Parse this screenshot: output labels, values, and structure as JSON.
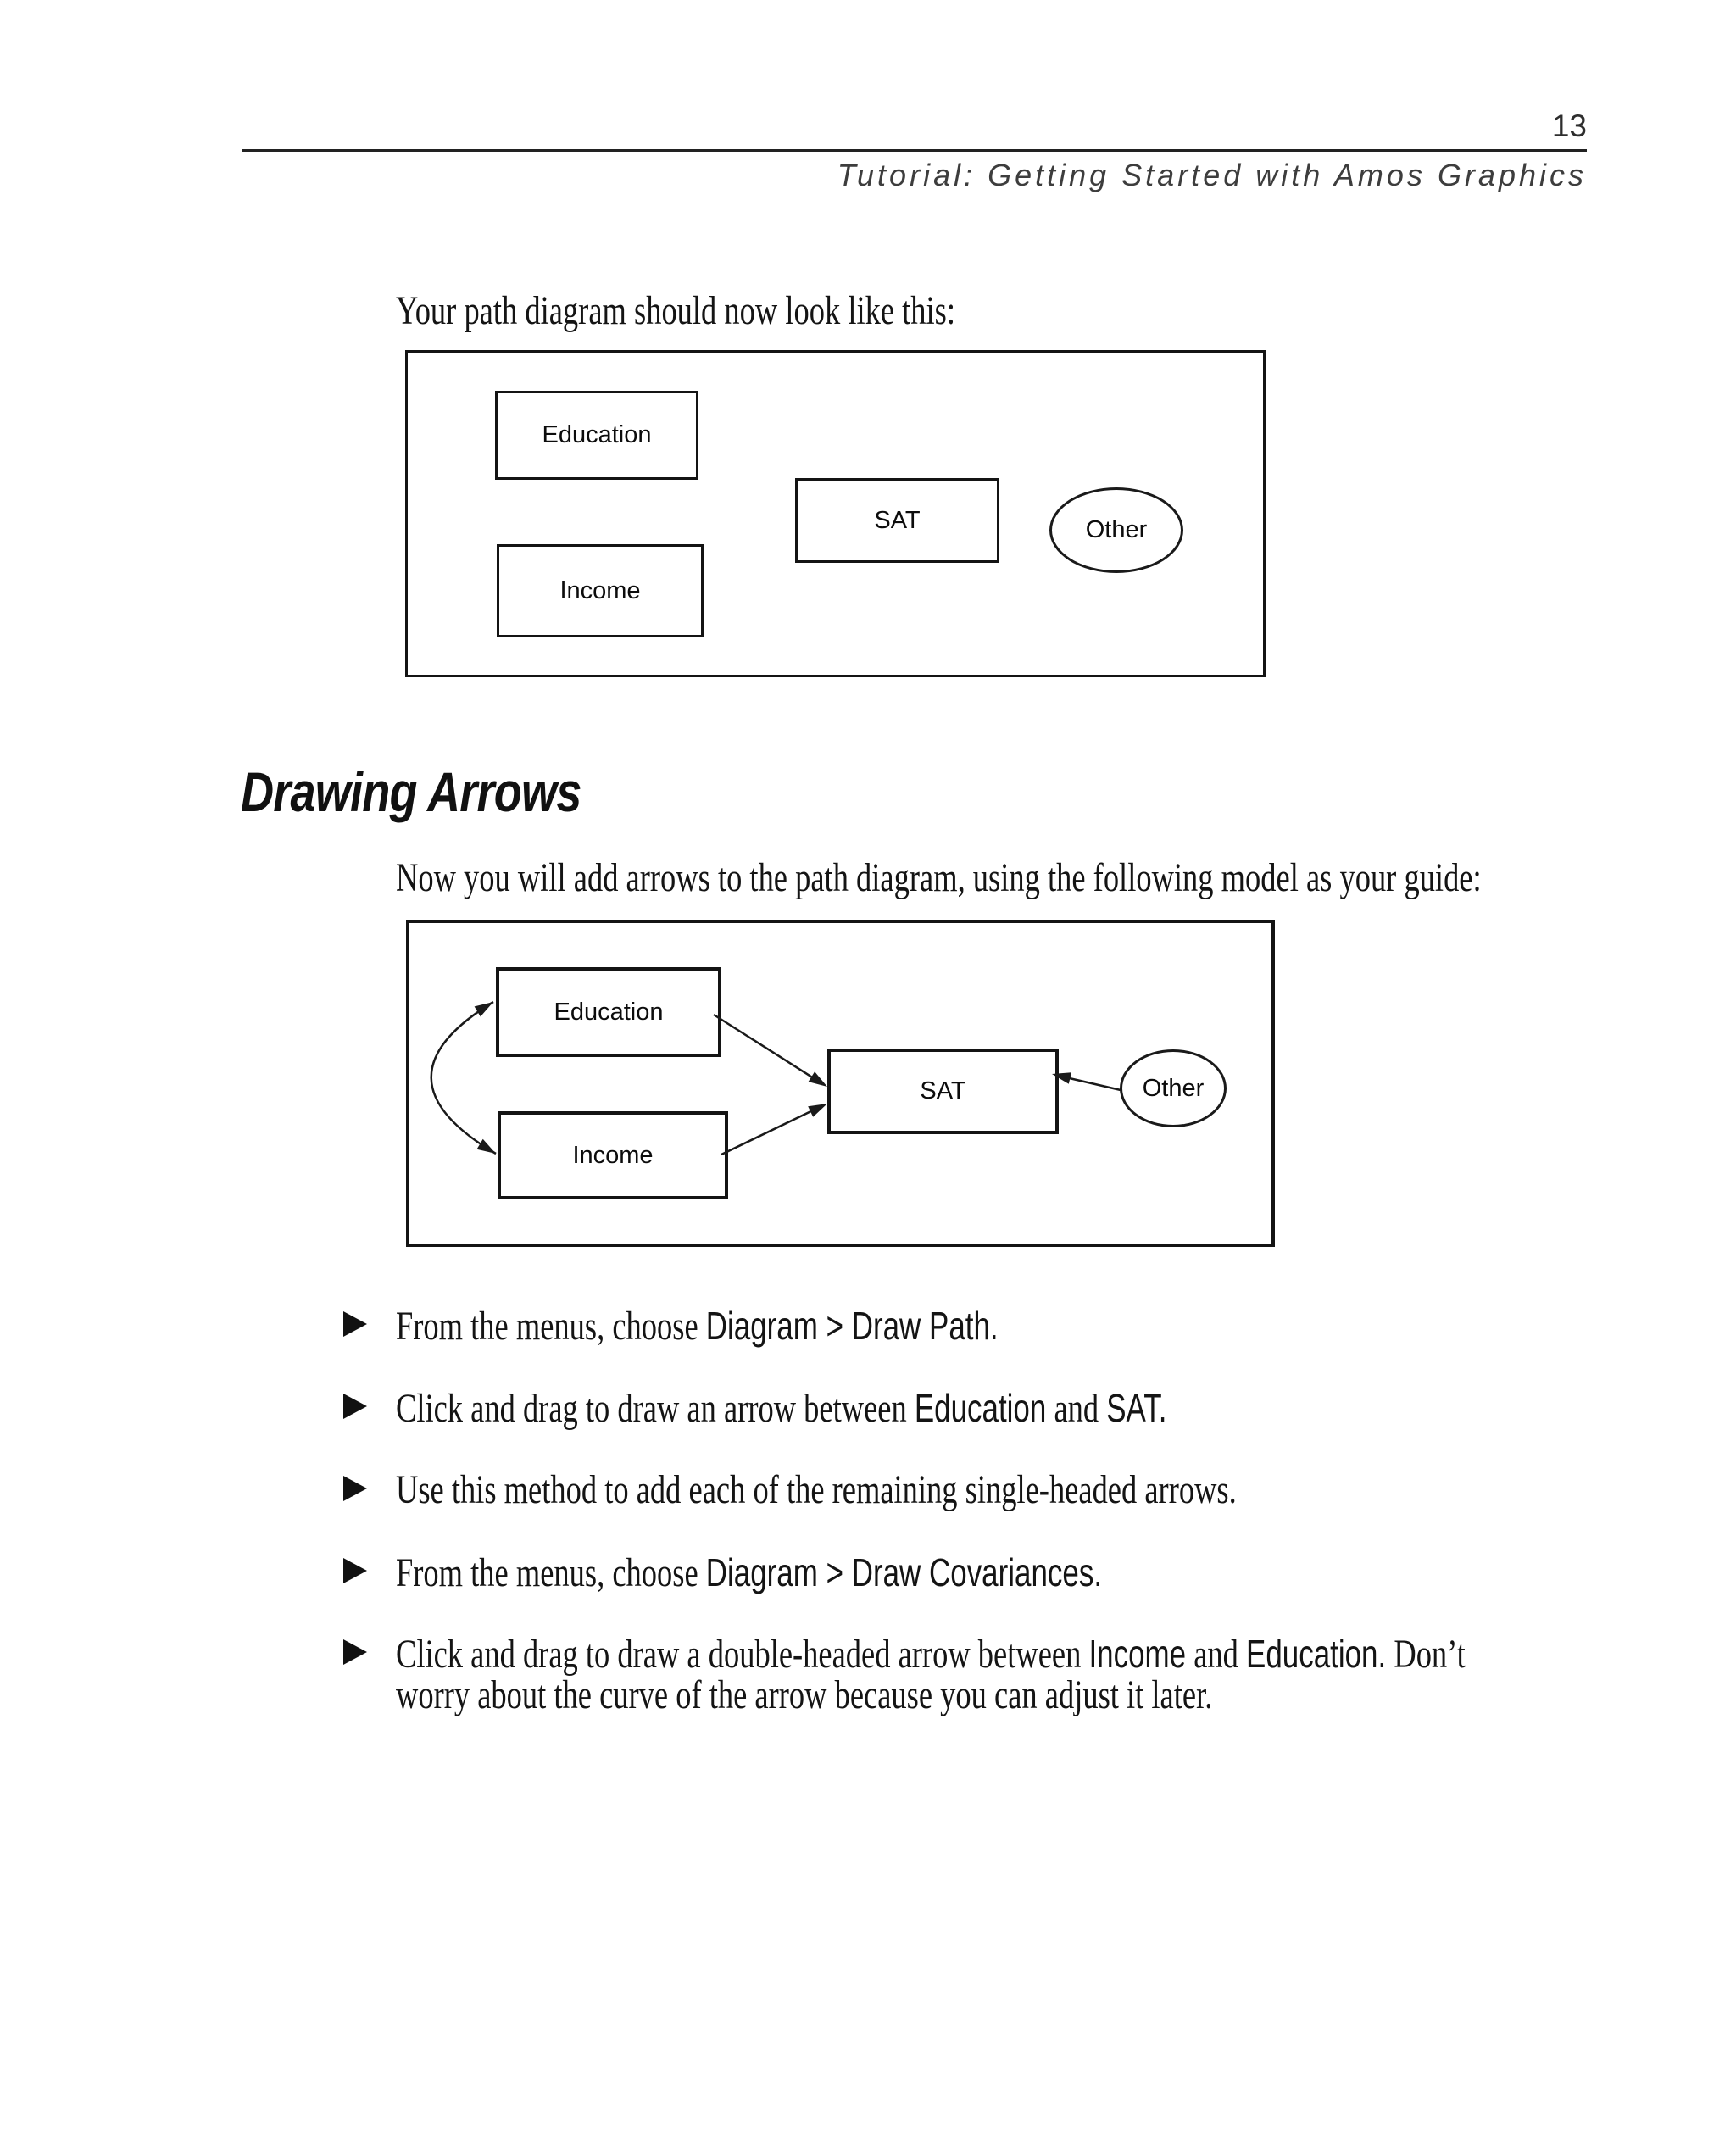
{
  "page": {
    "number": "13",
    "running_header": "Tutorial: Getting Started with Amos Graphics"
  },
  "intro_paragraph": "Your path diagram should now look like this:",
  "section": {
    "title": "Drawing Arrows",
    "intro": "Now you will add arrows to the path diagram, using the following model as your guide:"
  },
  "diagram1": {
    "education_label": "Education",
    "income_label": "Income",
    "sat_label": "SAT",
    "other_label": "Other"
  },
  "diagram2": {
    "education_label": "Education",
    "income_label": "Income",
    "sat_label": "SAT",
    "other_label": "Other"
  },
  "bullets": {
    "b1": {
      "pre": "From the menus, choose ",
      "ui": "Diagram > Draw Path."
    },
    "b2": {
      "pre": "Click and drag to draw an arrow between ",
      "ui1": "Education",
      "mid": " and ",
      "ui2": "SAT."
    },
    "b3": {
      "text": "Use this method to add each of the remaining single-headed arrows."
    },
    "b4": {
      "pre": "From the menus, choose ",
      "ui": "Diagram > Draw Covariances."
    },
    "b5": {
      "pre": "Click and drag to draw a double-headed arrow between ",
      "ui1": "Income",
      "mid": " and ",
      "ui2": "Education.",
      "post_line1": " Don’t",
      "post_line2": "worry about the curve of the arrow because you can adjust it later."
    }
  },
  "colors": {
    "ink": "#141414",
    "header_gray": "#3d3d3d"
  }
}
